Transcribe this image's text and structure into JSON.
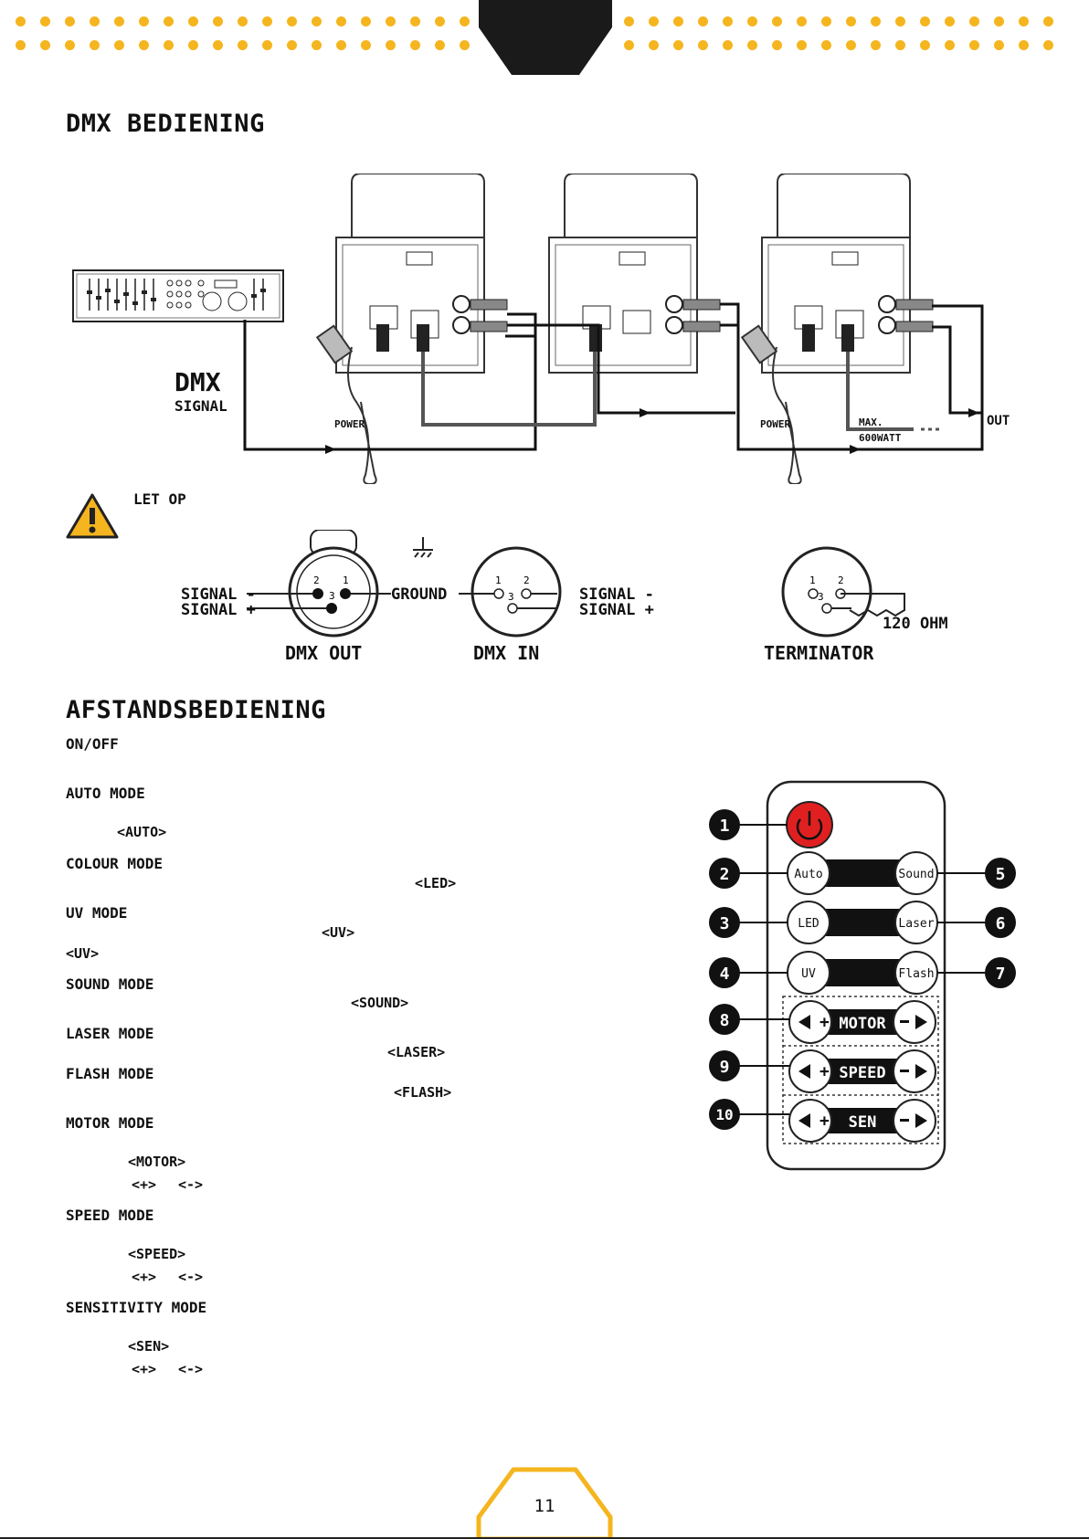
{
  "page": {
    "number": "11"
  },
  "dmx": {
    "heading": "DMX BEDIENING",
    "signal_label_1": "DMX",
    "signal_label_2": "SIGNAL",
    "power_label": "POWER",
    "max_label": "MAX.",
    "watt_label": "600WATT",
    "out_label": "OUT",
    "warning": "LET OP",
    "signal_minus": "SIGNAL -",
    "signal_plus": "SIGNAL +",
    "ground": "GROUND",
    "dmx_out": "DMX OUT",
    "dmx_in": "DMX IN",
    "terminator": "TERMINATOR",
    "ohm": "120 OHM",
    "pin1": "1",
    "pin2": "2",
    "pin3": "3"
  },
  "remote_section": {
    "heading": "AFSTANDSBEDIENING",
    "modes": [
      {
        "title": "ON/OFF"
      },
      {
        "title": "AUTO MODE",
        "keyword": "<AUTO>"
      },
      {
        "title": "COLOUR MODE",
        "keyword": "<LED>"
      },
      {
        "title": "UV MODE",
        "keyword": "<UV>",
        "keyword2": "<UV>"
      },
      {
        "title": "SOUND MODE",
        "keyword": "<SOUND>"
      },
      {
        "title": "LASER MODE",
        "keyword": "<LASER>"
      },
      {
        "title": "FLASH MODE",
        "keyword": "<FLASH>"
      },
      {
        "title": "MOTOR MODE",
        "keyword": "<MOTOR>",
        "plus": "<+>",
        "minus": "<->"
      },
      {
        "title": "SPEED MODE",
        "keyword": "<SPEED>",
        "plus": "<+>",
        "minus": "<->"
      },
      {
        "title": "SENSITIVITY MODE",
        "keyword": "<SEN>",
        "plus": "<+>",
        "minus": "<->"
      }
    ]
  },
  "remote": {
    "buttons": {
      "auto": "Auto",
      "sound": "Sound",
      "led": "LED",
      "laser": "Laser",
      "uv": "UV",
      "flash": "Flash",
      "motor": "MOTOR",
      "speed": "SPEED",
      "sen": "SEN"
    },
    "callouts": [
      "1",
      "2",
      "3",
      "4",
      "5",
      "6",
      "7",
      "8",
      "9",
      "10"
    ],
    "power_color": "#e02020"
  },
  "colors": {
    "accent": "#f5b51f",
    "dark": "#1a1a1a"
  }
}
